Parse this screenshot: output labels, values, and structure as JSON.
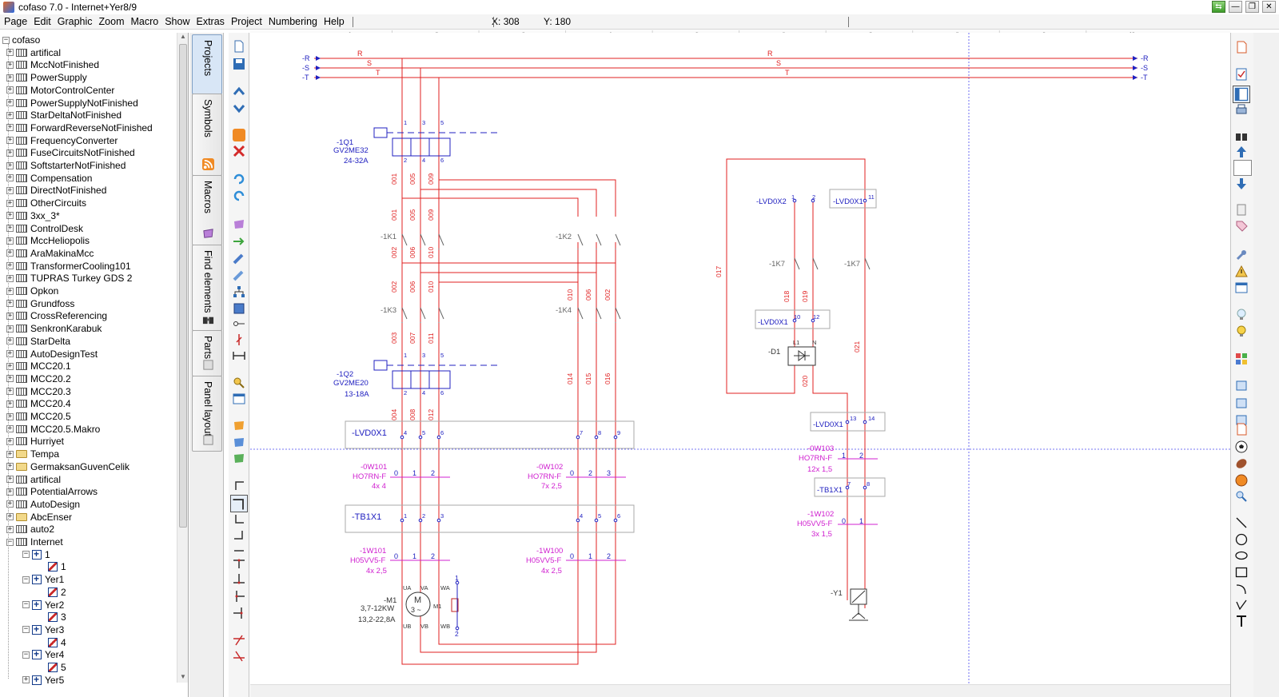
{
  "window": {
    "title": "cofaso 7.0 - Internet+Yer8/9"
  },
  "menu": {
    "items": [
      "Page",
      "Edit",
      "Graphic",
      "Zoom",
      "Macro",
      "Show",
      "Extras",
      "Project",
      "Numbering",
      "Help"
    ],
    "x_label": "X:",
    "x_value": "308",
    "y_label": "Y:",
    "y_value": "180"
  },
  "tree": {
    "root": "cofaso",
    "items": [
      "artifical",
      "MccNotFinished",
      "PowerSupply",
      "MotorControlCenter",
      "PowerSupplyNotFinished",
      "StarDeltaNotFinished",
      "ForwardReverseNotFinished",
      "FrequencyConverter",
      "FuseCircuitsNotFinished",
      "SoftstarterNotFinished",
      "Compensation",
      "DirectNotFinished",
      "OtherCircuits",
      "3xx_3*",
      "ControlDesk",
      "MccHeliopolis",
      "AraMakinaMcc",
      "TransformerCooling101",
      "TUPRAS Turkey GDS 2",
      "Opkon",
      "Grundfoss",
      "CrossReferencing",
      "SenkronKarabuk",
      "StarDelta",
      "AutoDesignTest",
      "MCC20.1",
      "MCC20.2",
      "MCC20.3",
      "MCC20.4",
      "MCC20.5",
      "MCC20.5.Makro",
      "Hurriyet",
      "Tempa",
      "GermaksanGuvenCelik",
      "artifical",
      "PotentialArrows",
      "AutoDesign",
      "AbcEnser",
      "auto2",
      "Internet"
    ],
    "folder_items": [
      "Tempa",
      "GermaksanGuvenCelik",
      "AbcEnser"
    ],
    "internet_children": [
      {
        "book": "1",
        "page": "1"
      },
      {
        "book": "Yer1",
        "page": "2"
      },
      {
        "book": "Yer2",
        "page": "3"
      },
      {
        "book": "Yer3",
        "page": "4"
      },
      {
        "book": "Yer4",
        "page": "5"
      }
    ],
    "partial_item": "Yer5"
  },
  "tabs": [
    "Projects",
    "Symbols",
    "Macros",
    "Find elements",
    "Parts",
    "Panel layout"
  ],
  "ruler": {
    "ticks": [
      "1",
      "2",
      "3",
      "4",
      "5",
      "6",
      "7",
      "8",
      "9",
      "10"
    ]
  },
  "schematic": {
    "bus": [
      "R",
      "S",
      "T"
    ],
    "bus_left": [
      "-R",
      "-S",
      "-T"
    ],
    "bus_right": [
      "-R",
      "-S",
      "-T"
    ],
    "q1": {
      "tag": "-1Q1",
      "type": "GV2ME32",
      "range": "24-32A"
    },
    "q2": {
      "tag": "-1Q2",
      "type": "GV2ME20",
      "range": "13-18A"
    },
    "k1": "-1K1",
    "k2": "-1K2",
    "k3": "-1K3",
    "k4": "-1K4",
    "k7a": "-1K7",
    "k7b": "-1K7",
    "lvd": "-LVD0X1",
    "tb": "-TB1X1",
    "w101": {
      "tag": "-0W101",
      "type": "HO7RN-F",
      "size": "4x 4"
    },
    "w102": {
      "tag": "-0W102",
      "type": "HO7RN-F",
      "size": "7x 2,5"
    },
    "w103": {
      "tag": "-0W103",
      "type": "HO7RN-F",
      "size": "12x 1,5"
    },
    "w1_101": {
      "tag": "-1W101",
      "type": "H05VV5-F",
      "size": "4x 2,5"
    },
    "w1_100": {
      "tag": "-1W100",
      "type": "H05VV5-F",
      "size": "4x 2,5"
    },
    "w1_102": {
      "tag": "-1W102",
      "type": "H05VV5-F",
      "size": "3x 1,5"
    },
    "motor": {
      "tag": "-M1",
      "power": "3,7-12KW",
      "current": "13,2-22,8A",
      "sym": "M",
      "phase": "3 ~"
    },
    "d1": "-D1",
    "y1": "-Y1",
    "lvd_x2": "-LVD0X2",
    "lvd_x1b": "-LVD0X1",
    "lvd_x1c": "-LVD0X1",
    "lvd_x1d": "-LVD0X1",
    "tb_b": "-TB1X1",
    "wires_a": [
      "001",
      "005",
      "009"
    ],
    "wires_b": [
      "001",
      "005",
      "009"
    ],
    "wires_c": [
      "002",
      "006",
      "010"
    ],
    "wires_d": [
      "002",
      "006",
      "010"
    ],
    "wires_e": [
      "003",
      "007",
      "011"
    ],
    "wires_f": [
      "004",
      "008",
      "012"
    ],
    "wires_g": [
      "010",
      "006",
      "002"
    ],
    "wires_h": [
      "014",
      "015",
      "016"
    ],
    "wires_ctrl": [
      "017",
      "018",
      "019",
      "020",
      "021"
    ],
    "terminals_lvd": [
      "4",
      "5",
      "6",
      "7",
      "8",
      "9"
    ],
    "terminals_tb": [
      "1",
      "2",
      "3",
      "4",
      "5",
      "6"
    ],
    "pins": [
      "1",
      "3",
      "5",
      "2",
      "4",
      "6"
    ],
    "motor_pins": [
      "UA",
      "VA",
      "WA",
      "UB",
      "VB",
      "WB",
      "M1"
    ],
    "cores": [
      "0",
      "1",
      "2",
      "3"
    ],
    "d1_pins": [
      "L1",
      "N"
    ],
    "lvd_top_pins": [
      "1",
      "2",
      "11"
    ],
    "lvd_mid_pins": [
      "10",
      "12"
    ],
    "lvd_low_pins": [
      "13",
      "14"
    ],
    "tb_b_pins": [
      "7",
      "8"
    ]
  }
}
